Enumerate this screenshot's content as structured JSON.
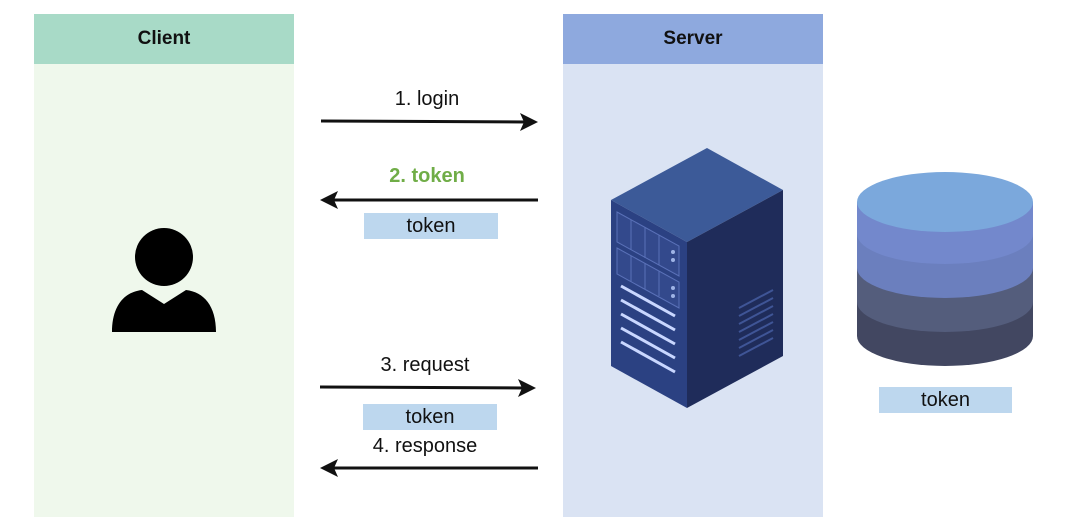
{
  "lanes": {
    "client": {
      "title": "Client"
    },
    "server": {
      "title": "Server"
    }
  },
  "messages": [
    {
      "label": "1. login",
      "direction": "client-to-server"
    },
    {
      "label": "2. token",
      "direction": "server-to-client",
      "highlight_color": "#70ad47"
    },
    {
      "label": "3. request",
      "direction": "client-to-server"
    },
    {
      "label": "4. response",
      "direction": "server-to-client"
    }
  ],
  "tokens": {
    "returned": "token",
    "sent_with_request": "token",
    "stored": "token"
  },
  "colors": {
    "client_header": "#a8dac7",
    "client_body": "#eff8ec",
    "server_header": "#8ea9de",
    "server_body": "#dae3f3",
    "token_tag": "#bdd7ee",
    "arrow": "#111111"
  },
  "icons": {
    "client": "user-icon",
    "server": "server-rack-icon",
    "storage": "database-icon"
  }
}
